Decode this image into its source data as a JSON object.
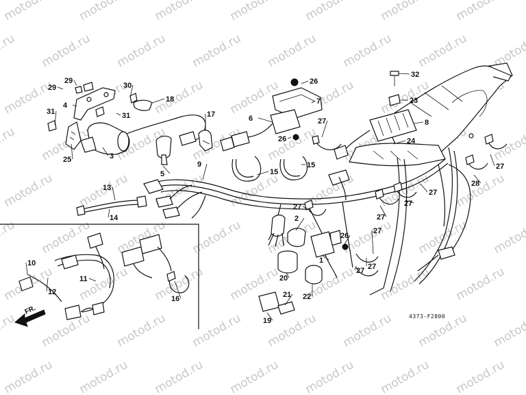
{
  "watermark": "motod.ru",
  "diagram_code": "4373-F2800",
  "direction_label": "FR.",
  "callouts": [
    "29",
    "29",
    "4",
    "30",
    "18",
    "31",
    "31",
    "3",
    "25",
    "17",
    "9",
    "5",
    "6",
    "26",
    "7",
    "32",
    "23",
    "8",
    "27",
    "26",
    "24",
    "15",
    "15",
    "13",
    "14",
    "10",
    "12",
    "11",
    "16",
    "27",
    "2",
    "1",
    "20",
    "22",
    "26",
    "27",
    "27",
    "27",
    "27",
    "27",
    "27",
    "28",
    "27",
    "21",
    "19"
  ]
}
